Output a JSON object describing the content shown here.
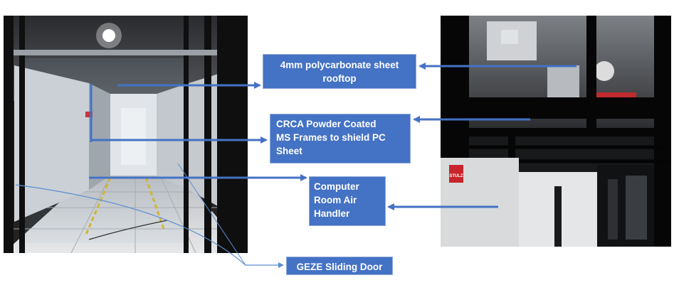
{
  "colors": {
    "callout_fill": "#4472c4",
    "callout_border": "#8faadc",
    "callout_text": "#ffffff",
    "arrow": "#4472c4",
    "leader_line": "#5b8fd0"
  },
  "photos": {
    "left": {
      "icon": "data-center-aisle-photo"
    },
    "right": {
      "icon": "containment-roof-photo",
      "unit_brand": "STULZ"
    }
  },
  "callouts": {
    "roof": {
      "line1": "4mm polycarbonate sheet",
      "line2": "rooftop"
    },
    "frames": {
      "line1": "CRCA Powder Coated",
      "line2": "MS Frames to shield PC",
      "line3": "Sheet"
    },
    "crah": {
      "line1": "Computer",
      "line2": "Room Air",
      "line3": "Handler"
    },
    "door": {
      "label": "GEZE Sliding Door"
    }
  }
}
